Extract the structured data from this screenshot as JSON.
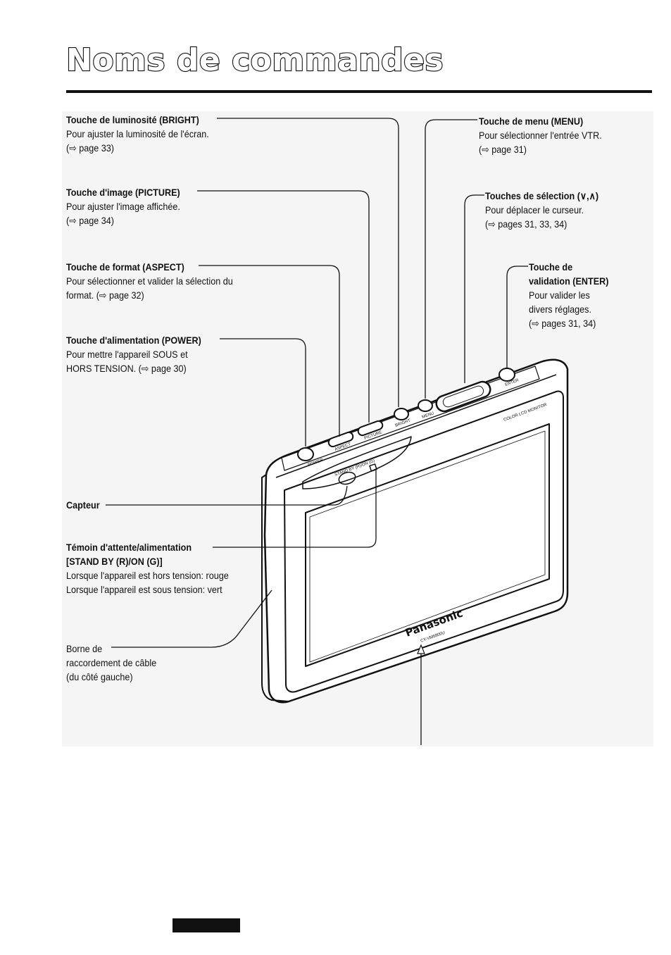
{
  "page": {
    "title": "Noms de commandes"
  },
  "labels": {
    "bright": {
      "heading": "Touche de luminosité (BRIGHT)",
      "line1": "Pour ajuster la luminosité de l'écran.",
      "line2": "(⇨ page 33)"
    },
    "picture": {
      "heading": "Touche d'image (PICTURE)",
      "line1": "Pour ajuster l'image affichée.",
      "line2": "(⇨ page 34)"
    },
    "aspect": {
      "heading": "Touche de format (ASPECT)",
      "line1": "Pour sélectionner et valider la sélection du",
      "line2": "format. (⇨ page 32)"
    },
    "power": {
      "heading": "Touche d'alimentation (POWER)",
      "line1": "Pour mettre l'appareil SOUS et",
      "line2": "HORS TENSION. (⇨ page 30)"
    },
    "capteur": {
      "heading": "Capteur"
    },
    "standby": {
      "heading1": "Témoin d'attente/alimentation",
      "heading2": "[STAND BY (R)/ON (G)]",
      "line1": "Lorsque l'appareil est hors tension:  rouge",
      "line2": "Lorsque l'appareil est sous tension:  vert"
    },
    "borne": {
      "line1": "Borne de",
      "line2": "raccordement de câble",
      "line3": "(du côté gauche)"
    },
    "menu": {
      "heading": "Touche de menu (MENU)",
      "line1": "Pour sélectionner l'entrée VTR.",
      "line2": "(⇨ page 31)"
    },
    "selection": {
      "heading": "Touches de sélection (∨,∧)",
      "line1": "Pour déplacer le curseur.",
      "line2": "(⇨ pages 31, 33, 34)"
    },
    "enter": {
      "heading1": "Touche de",
      "heading2": "validation (ENTER)",
      "line1": "Pour valider les",
      "line2": "divers réglages.",
      "line3": "(⇨ pages 31, 34)"
    }
  },
  "device": {
    "brand": "Panasonic",
    "model": "CY-VM5800U",
    "top_label": "COLOR LCD MONITOR",
    "led_label": "STAND BY (R)/ON (G)",
    "button_labels": [
      "POWER",
      "ASPECT",
      "PICTURE",
      "BRIGHT",
      "MENU",
      "ENTER"
    ]
  },
  "colors": {
    "ink": "#111111",
    "panel": "#f5f5f5"
  }
}
